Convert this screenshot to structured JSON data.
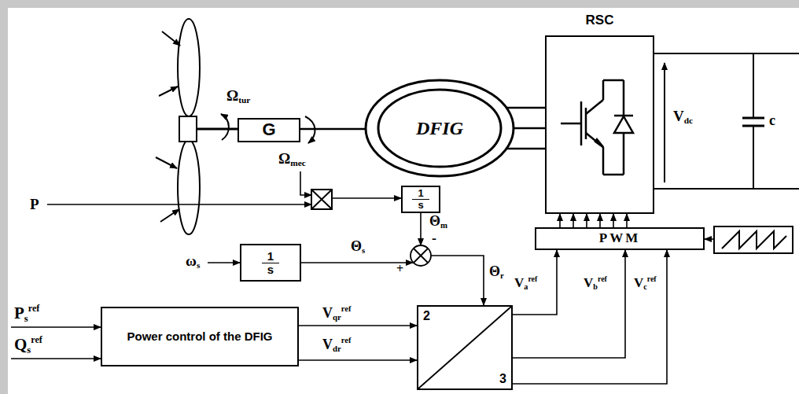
{
  "diagram": {
    "nodes": [
      {
        "text": [
          "G"
        ]
      },
      {
        "text": [
          "DFIG"
        ]
      },
      {
        "text": [
          "RSC"
        ]
      },
      {
        "text": [
          "PWM"
        ]
      },
      {
        "text": [
          "1",
          "s"
        ]
      },
      {
        "text": [
          "1",
          "s"
        ]
      },
      {
        "text": [
          "Power control of the DFIG"
        ]
      },
      {
        "text": [
          "2",
          "3"
        ]
      }
    ],
    "edges": [
      {
        "from": 0,
        "to": 1,
        "arrow": "none"
      },
      {
        "from": 1,
        "to": 2,
        "arrow": "none"
      },
      {
        "from": 6,
        "to": 7,
        "arrow": "to"
      },
      {
        "from": 6,
        "to": 7,
        "arrow": "to"
      },
      {
        "from": 7,
        "to": 3,
        "arrow": "to"
      },
      {
        "from": 7,
        "to": 3,
        "arrow": "to"
      },
      {
        "from": 7,
        "to": 3,
        "arrow": "to"
      },
      {
        "from": 3,
        "to": 2,
        "arrow": "to"
      },
      {
        "from": 3,
        "to": 2,
        "arrow": "to"
      },
      {
        "from": 3,
        "to": 2,
        "arrow": "to"
      },
      {
        "from": 3,
        "to": 2,
        "arrow": "to"
      },
      {
        "from": 3,
        "to": 2,
        "arrow": "to"
      },
      {
        "from": 3,
        "to": 2,
        "arrow": "to"
      }
    ],
    "labels": [
      "Ω",
      "tur",
      "Ω",
      "mec",
      "P",
      "ω",
      "s",
      "Θ",
      "s",
      "Θ",
      "m",
      "Θ",
      "r",
      "+",
      "-",
      "P",
      "s",
      "ref",
      "Q",
      "s",
      "ref",
      "V",
      "qr",
      "ref",
      "V",
      "dr",
      "ref",
      "V",
      "a",
      "ref",
      "V",
      "b",
      "ref",
      "V",
      "c",
      "ref",
      "V",
      "dc",
      "c"
    ]
  }
}
